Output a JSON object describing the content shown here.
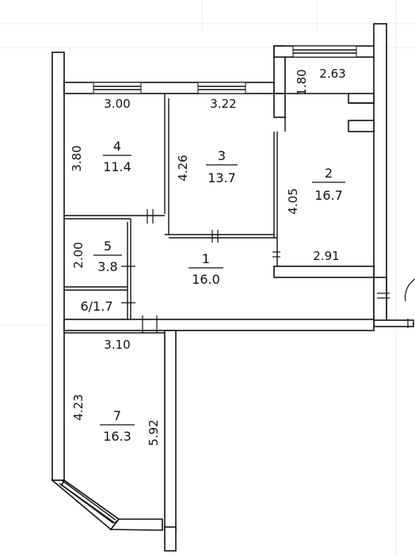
{
  "rooms": [
    {
      "id": "1",
      "number": "1",
      "area": "16.0"
    },
    {
      "id": "2",
      "number": "2",
      "area": "16.7"
    },
    {
      "id": "3",
      "number": "3",
      "area": "13.7"
    },
    {
      "id": "4",
      "number": "4",
      "area": "11.4"
    },
    {
      "id": "5",
      "number": "5",
      "area": "3.8"
    },
    {
      "id": "6",
      "label": "6/1.7"
    },
    {
      "id": "7",
      "number": "7",
      "area": "16.3"
    }
  ],
  "dimensions": {
    "room4_top": "3.00",
    "room4_side": "3.80",
    "room3_top": "3.22",
    "room3_side": "4.26",
    "room2_top": "2.63",
    "room2_niche": "1.80",
    "room2_side": "4.05",
    "room2_bottom": "2.91",
    "room5_side": "2.00",
    "room7_top": "3.10",
    "room7_left": "4.23",
    "room7_right": "5.92"
  }
}
